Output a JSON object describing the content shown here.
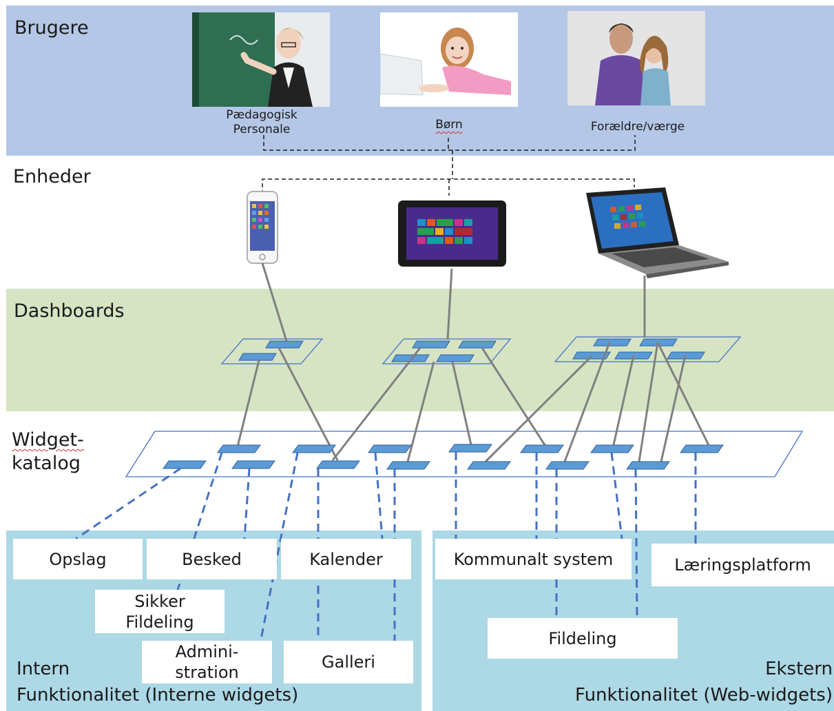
{
  "layers": {
    "users": "Brugere",
    "devices": "Enheder",
    "dashboards": "Dashboards",
    "widget_catalog_line1": "Widget-",
    "widget_catalog_line2": "katalog"
  },
  "users": [
    {
      "caption_line1": "Pædagogisk",
      "caption_line2": "Personale"
    },
    {
      "caption_line1": "Børn",
      "caption_line2": ""
    },
    {
      "caption_line1": "Forældre/værge",
      "caption_line2": ""
    }
  ],
  "internal": {
    "title_line1": "Intern",
    "title_line2": "Funktionalitet (Interne widgets)",
    "widgets": {
      "opslag": "Opslag",
      "besked": "Besked",
      "kalender": "Kalender",
      "sikker_line1": "Sikker",
      "sikker_line2": "Fildeling",
      "admin_line1": "Admini-",
      "admin_line2": "stration",
      "galleri": "Galleri"
    }
  },
  "external": {
    "title_line1": "Ekstern",
    "title_line2": "Funktionalitet (Web-widgets)",
    "widgets": {
      "kommunalt": "Kommunalt system",
      "laering": "Læringsplatform",
      "fildeling": "Fildeling"
    }
  },
  "colors": {
    "users_band": "#b4c7e7",
    "dashboards_band": "#d6e4c4",
    "functionality_band": "#add8e6",
    "widget_fill": "#5b9bd5",
    "dash_line": "#4472c4",
    "connector": "#808080"
  }
}
